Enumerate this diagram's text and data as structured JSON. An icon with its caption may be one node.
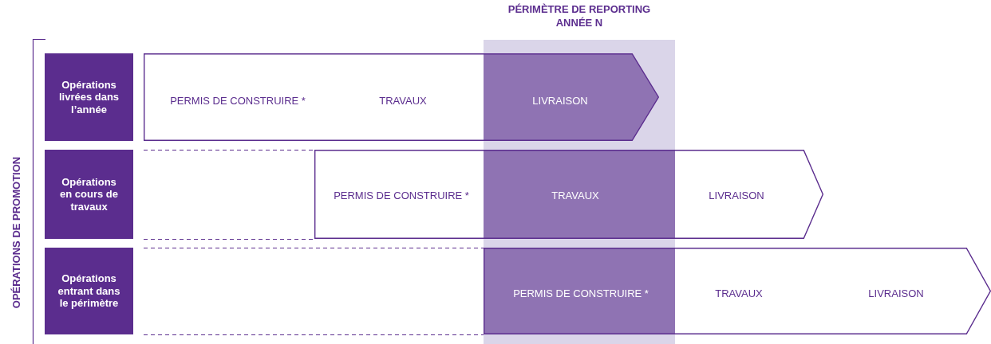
{
  "diagram": {
    "nodes": [
      {
        "text": [
          "PÉRIMÈTRE DE REPORTING ANNÉE N"
        ]
      },
      {
        "text": [
          "Opérations livrées dans l’année"
        ]
      },
      {
        "text": [
          "PERMIS DE CONSTRUIRE *",
          "TRAVAUX",
          "LIVRAISON"
        ]
      },
      {
        "text": [
          "Opérations en cours de travaux"
        ]
      },
      {
        "text": [
          "PERMIS DE CONSTRUIRE *",
          "TRAVAUX",
          "LIVRAISON"
        ]
      },
      {
        "text": [
          "Opérations entrant dans le périmètre"
        ]
      },
      {
        "text": [
          "PERMIS DE CONSTRUIRE *",
          "TRAVAUX",
          "LIVRAISON"
        ]
      }
    ],
    "edges": [],
    "labels": [
      "OPÉRATIONS DE PROMOTION"
    ]
  }
}
